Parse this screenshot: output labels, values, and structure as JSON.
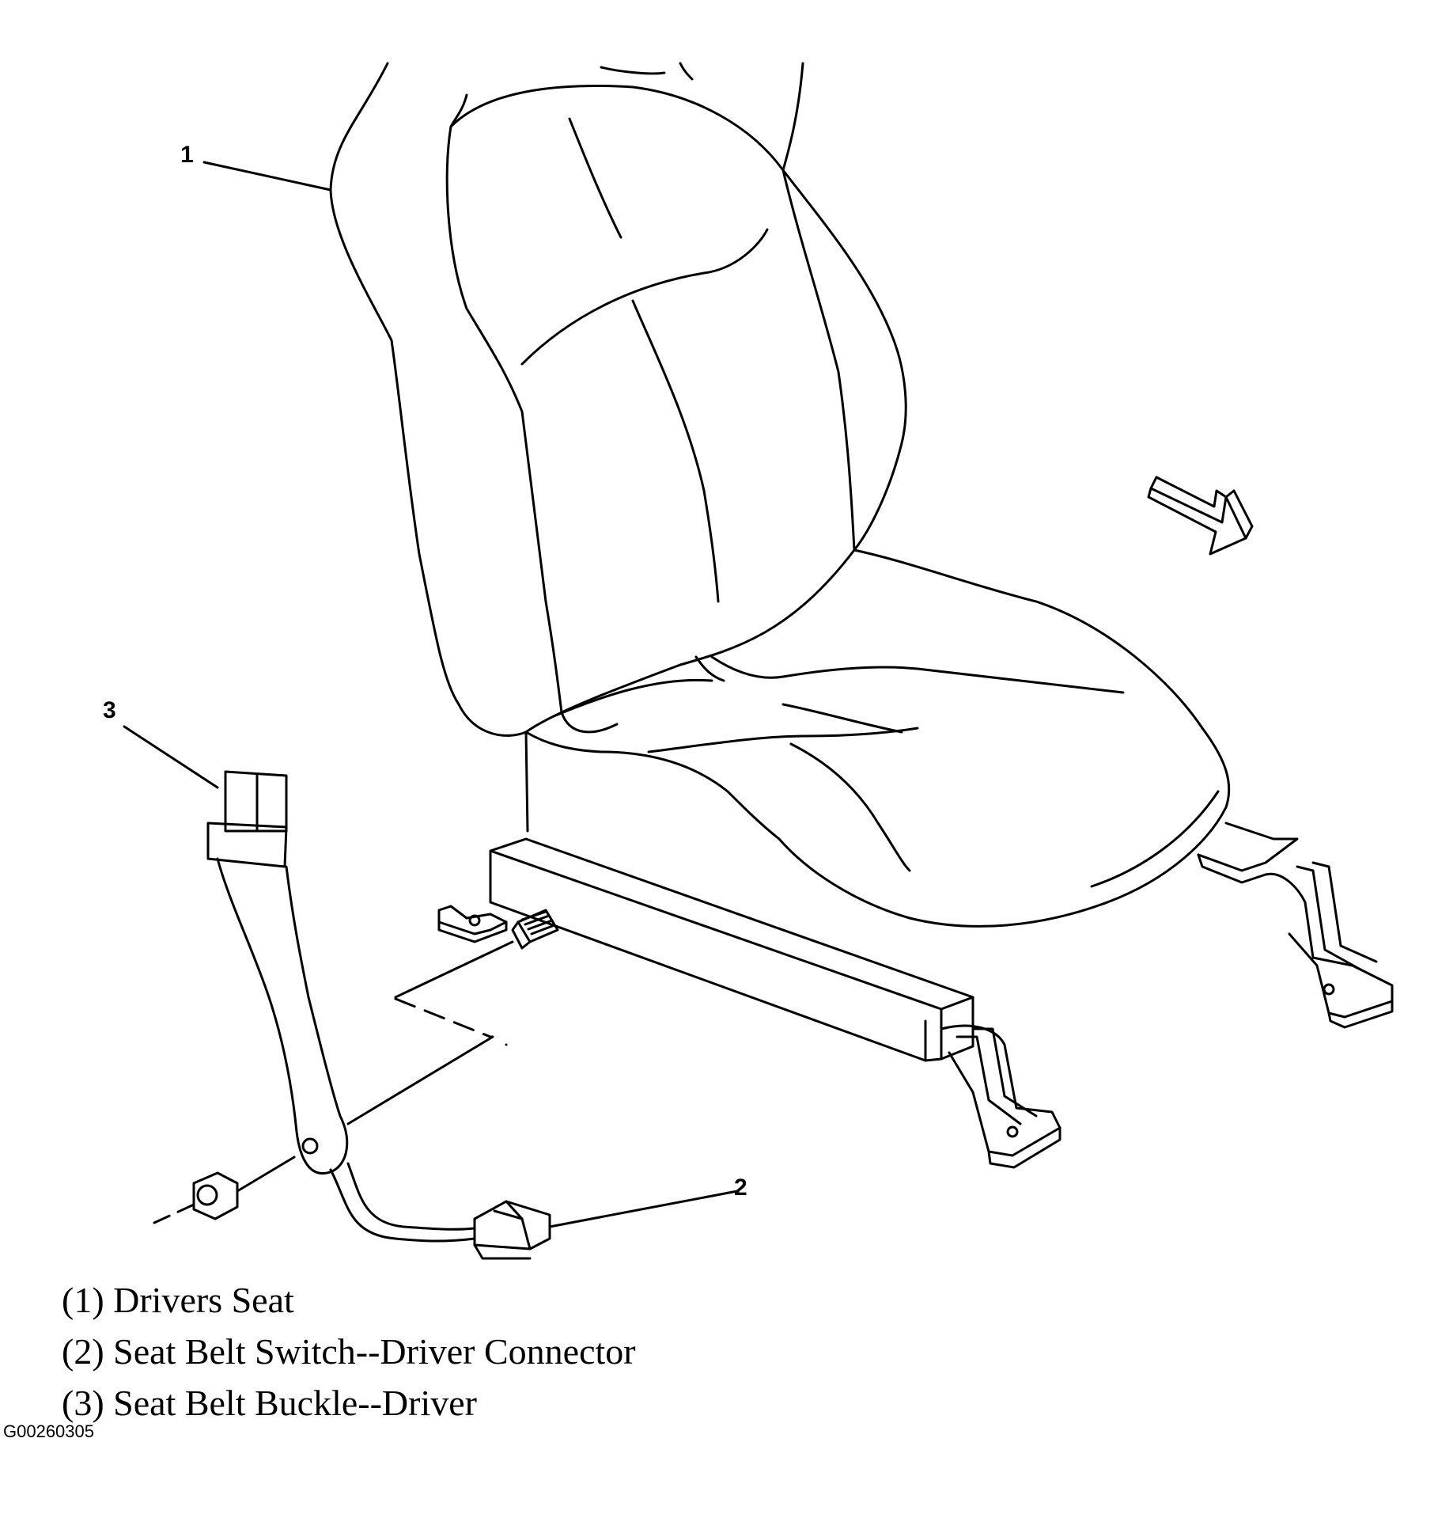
{
  "callouts": [
    {
      "number": "1",
      "label": "Drivers Seat"
    },
    {
      "number": "2",
      "label": "Seat Belt Switch--Driver Connector"
    },
    {
      "number": "3",
      "label": "Seat Belt Buckle--Driver"
    }
  ],
  "legend": [
    "(1) Drivers Seat",
    "(2) Seat Belt Switch--Driver Connector",
    "(3) Seat Belt Buckle--Driver"
  ],
  "figure_id": "G00260305",
  "colors": {
    "line": "#000000",
    "background": "#ffffff"
  },
  "icons": {
    "direction_arrow": "front-direction-arrow-icon",
    "nut": "hex-nut-icon"
  }
}
